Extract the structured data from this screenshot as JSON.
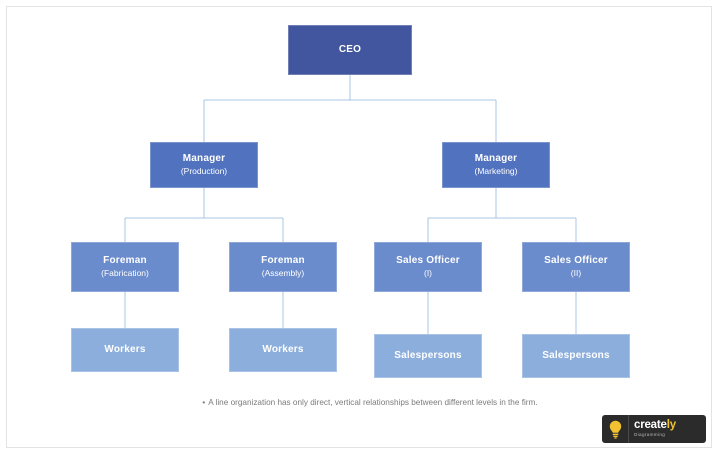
{
  "diagram": {
    "type": "organization-chart",
    "colors": {
      "level0": "#41569E",
      "level1": "#5172BE",
      "level2": "#6A8BCC",
      "level3": "#8CAEDD",
      "connector": "#A8C4E4",
      "frame": "#E3E3E3",
      "caption_text": "#7B7B7B",
      "logo_background": "#2B2B2B",
      "logo_accent": "#F2C230"
    },
    "nodes": [
      {
        "id": "ceo",
        "title": "CEO",
        "sub": "",
        "level": 0
      },
      {
        "id": "mgr-production",
        "title": "Manager",
        "sub": "(Production)",
        "level": 1
      },
      {
        "id": "mgr-marketing",
        "title": "Manager",
        "sub": "(Marketing)",
        "level": 1
      },
      {
        "id": "foreman-fab",
        "title": "Foreman",
        "sub": "(Fabrication)",
        "level": 2
      },
      {
        "id": "foreman-asm",
        "title": "Foreman",
        "sub": "(Assembly)",
        "level": 2
      },
      {
        "id": "sales-officer-1",
        "title": "Sales Officer",
        "sub": "(I)",
        "level": 2
      },
      {
        "id": "sales-officer-2",
        "title": "Sales Officer",
        "sub": "(II)",
        "level": 2
      },
      {
        "id": "workers-1",
        "title": "Workers",
        "sub": "",
        "level": 3
      },
      {
        "id": "workers-2",
        "title": "Workers",
        "sub": "",
        "level": 3
      },
      {
        "id": "salespersons-1",
        "title": "Salespersons",
        "sub": "",
        "level": 3
      },
      {
        "id": "salespersons-2",
        "title": "Salespersons",
        "sub": "",
        "level": 3
      }
    ],
    "edges": [
      {
        "from": "ceo",
        "to": "mgr-production"
      },
      {
        "from": "ceo",
        "to": "mgr-marketing"
      },
      {
        "from": "mgr-production",
        "to": "foreman-fab"
      },
      {
        "from": "mgr-production",
        "to": "foreman-asm"
      },
      {
        "from": "mgr-marketing",
        "to": "sales-officer-1"
      },
      {
        "from": "mgr-marketing",
        "to": "sales-officer-2"
      },
      {
        "from": "foreman-fab",
        "to": "workers-1"
      },
      {
        "from": "foreman-asm",
        "to": "workers-2"
      },
      {
        "from": "sales-officer-1",
        "to": "salespersons-1"
      },
      {
        "from": "sales-officer-2",
        "to": "salespersons-2"
      }
    ]
  },
  "caption": {
    "bullet": "•",
    "text": "A line organization has only direct, vertical relationships between different levels in the firm."
  },
  "logo": {
    "icon": "lightbulb-icon",
    "name_part1": "create",
    "name_part2": "ly",
    "tagline": "Diagramming"
  }
}
